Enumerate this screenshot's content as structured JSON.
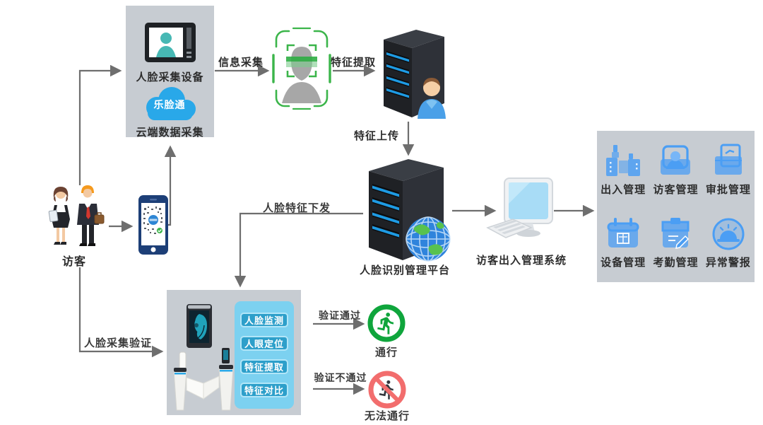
{
  "diagram_title": "face-recognition-visitor-access-flow",
  "colors": {
    "box_gray": "#c7ccd2",
    "arrow_gray": "#6e6e6e",
    "cloud_blue": "#29a8e9",
    "scan_green": "#3bb54a",
    "icon_blue": "#4b9ef4",
    "panel_light_blue": "#7cd1f0",
    "step_button_blue": "#2d9fca",
    "pass_green": "#0fa53c",
    "fail_red": "#f26d6d",
    "server_dark": "#24272c",
    "phone_navy": "#1d3f77"
  },
  "capture_box": {
    "device_label": "人脸采集设备",
    "cloud_label": "乐脸通",
    "bottom_label": "云端数据采集"
  },
  "visitors": {
    "label": "访客"
  },
  "edges": {
    "info_collect": "信息采集",
    "feature_extract": "特征提取",
    "feature_upload": "特征上传",
    "feature_dispatch": "人脸特征下发",
    "capture_verify": "人脸采集验证",
    "verify_pass": "验证通过",
    "verify_fail": "验证不通过"
  },
  "platform": {
    "label": "人脸识别管理平台"
  },
  "system": {
    "label": "访客出入管理系统"
  },
  "panel": {
    "items": [
      {
        "label": "出入管理",
        "icon": "gate-icon"
      },
      {
        "label": "访客管理",
        "icon": "visitor-icon"
      },
      {
        "label": "审批管理",
        "icon": "approval-icon"
      },
      {
        "label": "设备管理",
        "icon": "device-icon"
      },
      {
        "label": "考勤管理",
        "icon": "attendance-icon"
      },
      {
        "label": "异常警报",
        "icon": "alarm-icon"
      }
    ]
  },
  "verify": {
    "steps": [
      "人脸监测",
      "人眼定位",
      "特征提取",
      "特征对比"
    ]
  },
  "outcomes": {
    "pass": "通行",
    "fail": "无法通行"
  }
}
